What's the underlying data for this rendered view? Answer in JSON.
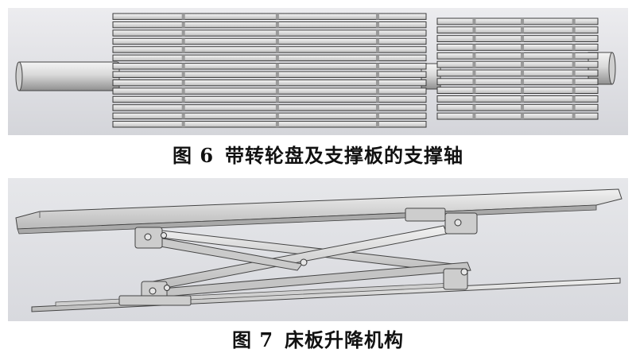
{
  "figures": [
    {
      "label": "图 6",
      "title": "带转轮盘及支撑板的支撑轴"
    },
    {
      "label": "图 7",
      "title": "床板升降机构"
    }
  ]
}
